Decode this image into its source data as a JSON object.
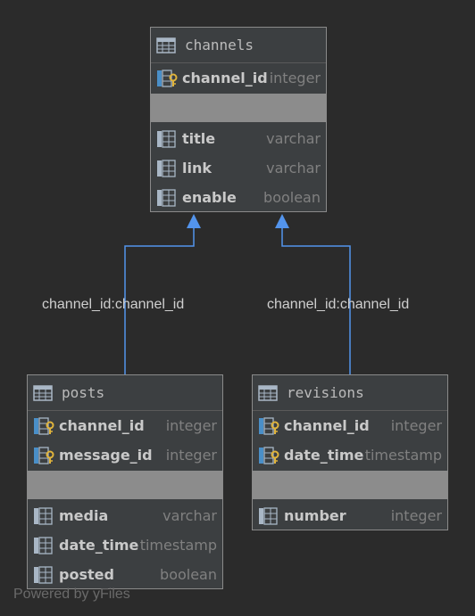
{
  "entities": {
    "channels": {
      "name": "channels",
      "key_columns": [
        {
          "name": "channel_id",
          "type": "integer"
        }
      ],
      "columns": [
        {
          "name": "title",
          "type": "varchar"
        },
        {
          "name": "link",
          "type": "varchar"
        },
        {
          "name": "enable",
          "type": "boolean"
        }
      ]
    },
    "posts": {
      "name": "posts",
      "key_columns": [
        {
          "name": "channel_id",
          "type": "integer"
        },
        {
          "name": "message_id",
          "type": "integer"
        }
      ],
      "columns": [
        {
          "name": "media",
          "type": "varchar"
        },
        {
          "name": "date_time",
          "type": "timestamp"
        },
        {
          "name": "posted",
          "type": "boolean"
        }
      ]
    },
    "revisions": {
      "name": "revisions",
      "key_columns": [
        {
          "name": "channel_id",
          "type": "integer"
        },
        {
          "name": "date_time",
          "type": "timestamp"
        }
      ],
      "columns": [
        {
          "name": "number",
          "type": "integer"
        }
      ]
    }
  },
  "relations": [
    {
      "from": "posts",
      "to": "channels",
      "label": "channel_id:channel_id"
    },
    {
      "from": "revisions",
      "to": "channels",
      "label": "channel_id:channel_id"
    }
  ],
  "watermark": "Powered by yFiles",
  "colors": {
    "edge": "#5394ec",
    "background": "#2b2b2b",
    "entity": "#3c3f41"
  }
}
